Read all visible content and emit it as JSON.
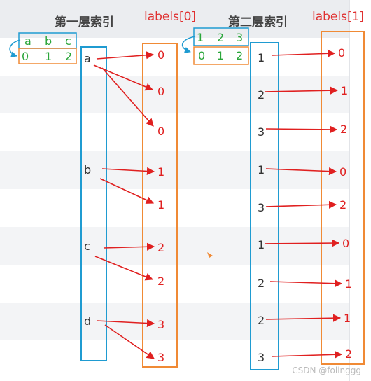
{
  "titles": {
    "level1": "第一层索引",
    "labels0": "labels[0]",
    "level2": "第二层索引",
    "labels1": "labels[1]"
  },
  "level1": {
    "legend_values": [
      "a",
      "b",
      "c"
    ],
    "legend_codes": [
      "0",
      "1",
      "2"
    ],
    "values": [
      "a",
      "b",
      "c",
      "d"
    ],
    "labels": [
      "0",
      "0",
      "0",
      "1",
      "1",
      "2",
      "2",
      "3",
      "3"
    ]
  },
  "level2": {
    "legend_values": [
      "1",
      "2",
      "3"
    ],
    "legend_codes": [
      "0",
      "1",
      "2"
    ],
    "values": [
      "1",
      "2",
      "3",
      "1",
      "3",
      "1",
      "2",
      "2",
      "3"
    ],
    "labels": [
      "0",
      "1",
      "2",
      "0",
      "2",
      "0",
      "1",
      "1",
      "2"
    ]
  },
  "colors": {
    "arrow": "#e02020",
    "box_blue": "#1f9bd1",
    "box_orange": "#f08a35",
    "legend_green": "#2aa63a",
    "band": "#f3f4f6"
  },
  "watermark": "CSDN @folinggg"
}
